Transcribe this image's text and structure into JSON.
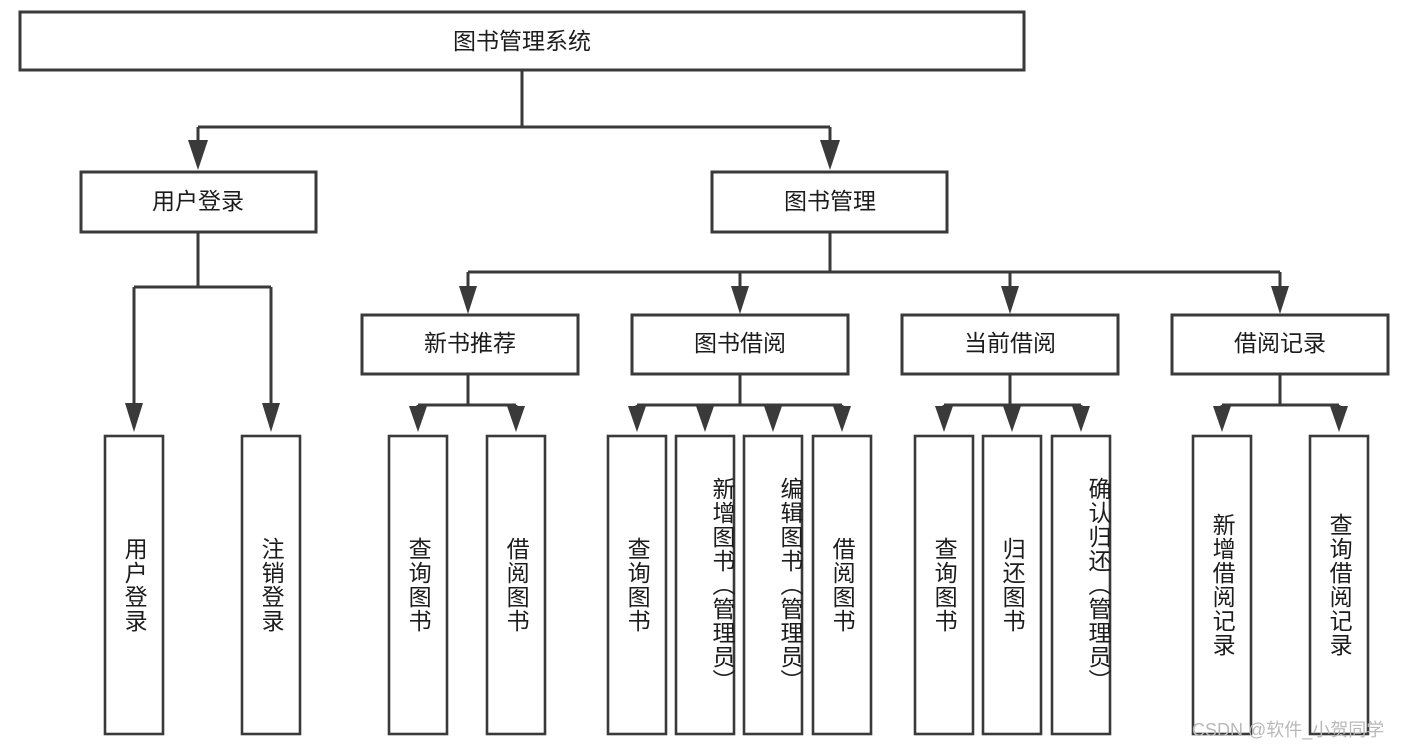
{
  "diagram": {
    "title_node": {
      "label": "图书管理系统"
    },
    "level2": [
      {
        "label": "用户登录"
      },
      {
        "label": "图书管理"
      }
    ],
    "level3": [
      {
        "label": "新书推荐"
      },
      {
        "label": "图书借阅"
      },
      {
        "label": "当前借阅"
      },
      {
        "label": "借阅记录"
      }
    ],
    "leaves": {
      "user_login": [
        {
          "label": "用户登录"
        },
        {
          "label": "注销登录"
        }
      ],
      "new_book_recommend": [
        {
          "label": "查询图书"
        },
        {
          "label": "借阅图书"
        }
      ],
      "book_borrow": [
        {
          "label": "查询图书"
        },
        {
          "label": "新增图书（管理员）"
        },
        {
          "label": "编辑图书（管理员）"
        },
        {
          "label": "借阅图书"
        }
      ],
      "current_borrow": [
        {
          "label": "查询图书"
        },
        {
          "label": "归还图书"
        },
        {
          "label": "确认归还（管理员）"
        }
      ],
      "borrow_record": [
        {
          "label": "新增借阅记录"
        },
        {
          "label": "查询借阅记录"
        }
      ]
    }
  },
  "watermark": {
    "text": "CSDN @软件_小贺同学"
  },
  "colors": {
    "stroke": "#3a3a3a",
    "fill": "#ffffff",
    "text": "#1c1c1c",
    "watermark": "#b9b9b9"
  }
}
